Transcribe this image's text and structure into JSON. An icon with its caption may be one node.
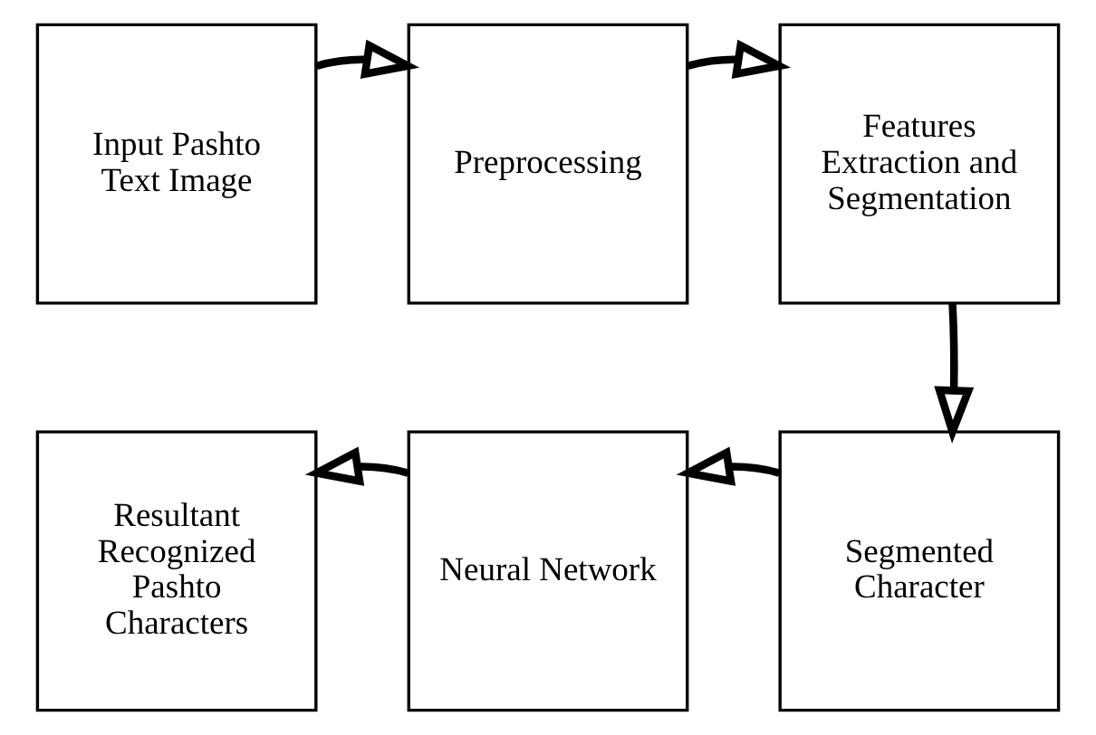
{
  "diagram": {
    "nodes": [
      {
        "text": [
          "Input Pashto Text Image"
        ]
      },
      {
        "text": [
          "Preprocessing"
        ]
      },
      {
        "text": [
          "Features Extraction and Segmentation"
        ]
      },
      {
        "text": [
          "Segmented Character"
        ]
      },
      {
        "text": [
          "Neural Network"
        ]
      },
      {
        "text": [
          "Resultant Recognized Pashto Characters"
        ]
      }
    ],
    "edges": [
      {
        "from": 0,
        "to": 1,
        "arrow": "to"
      },
      {
        "from": 1,
        "to": 2,
        "arrow": "to"
      },
      {
        "from": 2,
        "to": 3,
        "arrow": "to"
      },
      {
        "from": 3,
        "to": 4,
        "arrow": "to"
      },
      {
        "from": 4,
        "to": 5,
        "arrow": "to"
      }
    ]
  }
}
